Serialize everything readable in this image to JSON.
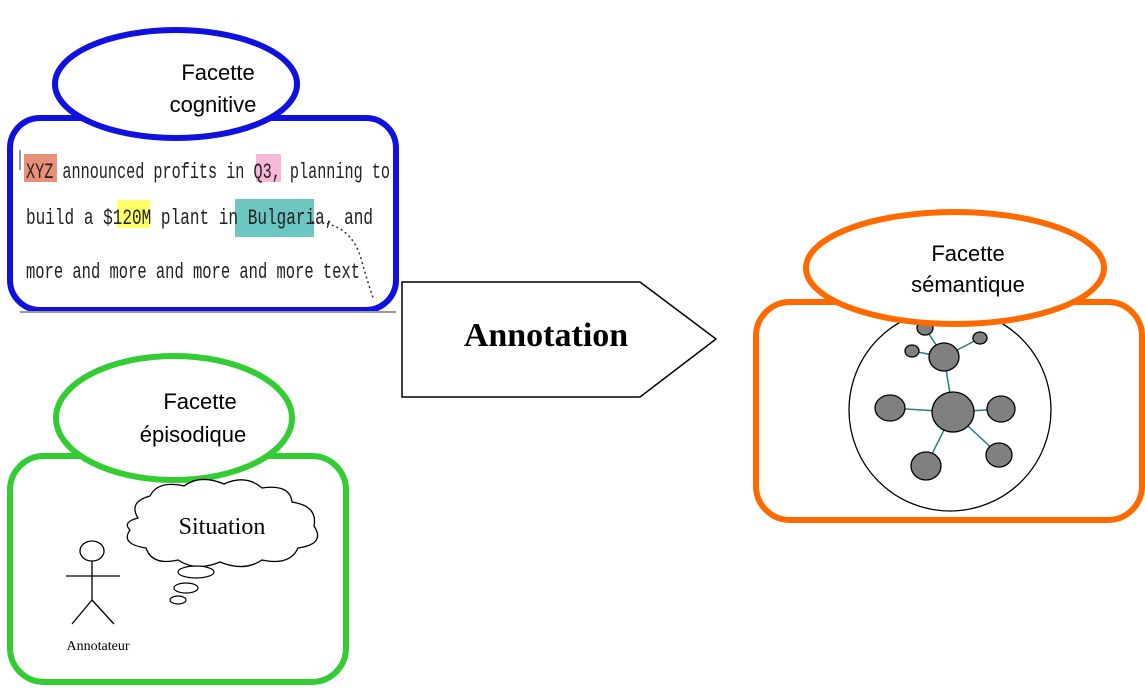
{
  "cognitive": {
    "title_line1": "Facette",
    "title_line2": "cognitive",
    "text_tokens": {
      "t1": "XYZ",
      "t2": " announced profits in ",
      "t3": "Q3",
      "t4": ", planning to",
      "t5": "build a ",
      "t6": "$120M",
      "t7": " plant in ",
      "t8": "Bulgaria",
      "t9": ",    and",
      "t10": "more and more and more and more text"
    },
    "highlight_colors": {
      "xyz": "#e8907a",
      "q3": "#f7b8d8",
      "amount": "#ffff66",
      "place": "#6cc6c2"
    },
    "border_color": "#1010e0"
  },
  "episodic": {
    "title_line1": "Facette",
    "title_line2": "épisodique",
    "thought": "Situation",
    "actor_label": "Annotateur",
    "border_color": "#33cc33"
  },
  "arrow": {
    "label": "Annotation"
  },
  "semantic": {
    "title_line1": "Facette",
    "title_line2": "sémantique",
    "border_color": "#ff6a00",
    "node_color": "#808080",
    "edge_color": "#1f7f7f"
  }
}
